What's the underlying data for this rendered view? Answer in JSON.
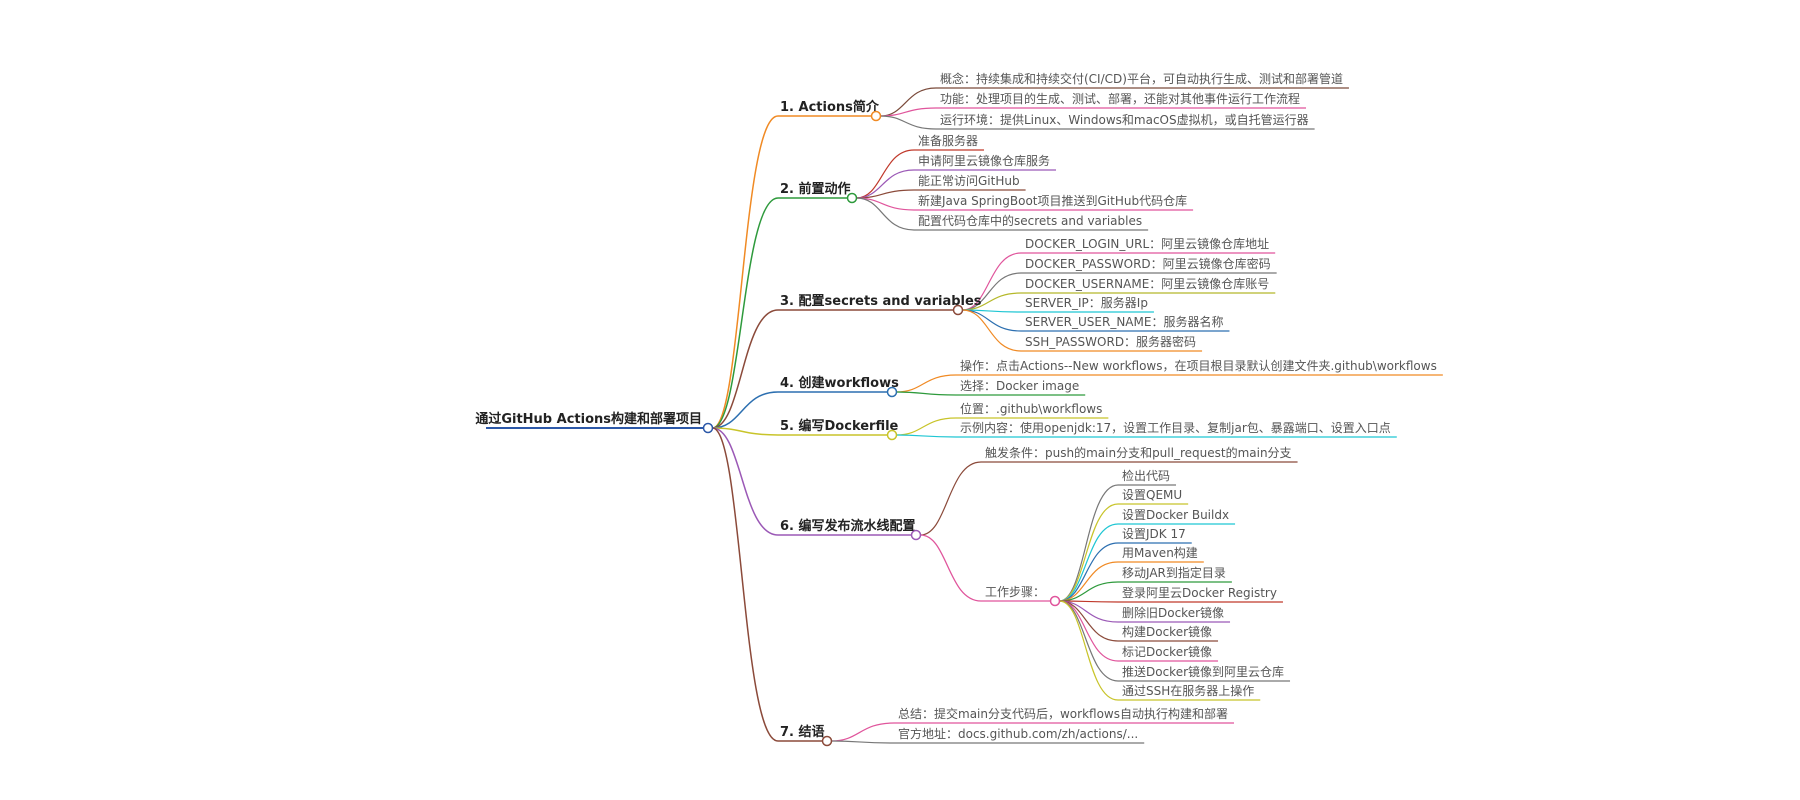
{
  "root": {
    "label": "通过GitHub Actions构建和部署项目",
    "color": "#2c58a8"
  },
  "branches": [
    {
      "label": "1. Actions简介",
      "color": "#f08a24",
      "children": [
        {
          "label": "概念：持续集成和持续交付(CI/CD)平台，可自动执行生成、测试和部署管道",
          "color": "#7a4a3a"
        },
        {
          "label": "功能：处理项目的生成、测试、部署，还能对其他事件运行工作流程",
          "color": "#e0559c"
        },
        {
          "label": "运行环境：提供Linux、Windows和macOS虚拟机，或自托管运行器",
          "color": "#777777"
        }
      ]
    },
    {
      "label": "2. 前置动作",
      "color": "#2e9a3c",
      "children": [
        {
          "label": "准备服务器",
          "color": "#c0392b"
        },
        {
          "label": "申请阿里云镜像仓库服务",
          "color": "#9b59b6"
        },
        {
          "label": "能正常访问GitHub",
          "color": "#8b4a3a"
        },
        {
          "label": "新建Java SpringBoot项目推送到GitHub代码仓库",
          "color": "#e0559c"
        },
        {
          "label": "配置代码仓库中的secrets and variables",
          "color": "#777777"
        }
      ]
    },
    {
      "label": "3. 配置secrets and variables",
      "color": "#8b4a3a",
      "children": [
        {
          "label": "DOCKER_LOGIN_URL：阿里云镜像仓库地址",
          "color": "#e0559c"
        },
        {
          "label": "DOCKER_PASSWORD：阿里云镜像仓库密码",
          "color": "#777777"
        },
        {
          "label": "DOCKER_USERNAME：阿里云镜像仓库账号",
          "color": "#b5b82a"
        },
        {
          "label": "SERVER_IP：服务器Ip",
          "color": "#1fc6d3"
        },
        {
          "label": "SERVER_USER_NAME：服务器名称",
          "color": "#2c6fb0"
        },
        {
          "label": "SSH_PASSWORD：服务器密码",
          "color": "#f08a24"
        }
      ]
    },
    {
      "label": "4. 创建workflows",
      "color": "#2c6fb0",
      "children": [
        {
          "label": "操作：点击Actions--New workflows，在项目根目录默认创建文件夹.github\\workflows",
          "color": "#f08a24"
        },
        {
          "label": "选择：Docker image",
          "color": "#2e9a3c"
        }
      ]
    },
    {
      "label": "5. 编写Dockerfile",
      "color": "#c8c42a",
      "children": [
        {
          "label": "位置：.github\\workflows",
          "color": "#c8c42a"
        },
        {
          "label": "示例内容：使用openjdk:17，设置工作目录、复制jar包、暴露端口、设置入口点",
          "color": "#1fc6d3"
        }
      ]
    },
    {
      "label": "6. 编写发布流水线配置",
      "color": "#9b59b6",
      "children": [
        {
          "label": "触发条件：push的main分支和pull_request的main分支",
          "color": "#8b4a3a"
        },
        {
          "label": "工作步骤：",
          "color": "#e0559c",
          "children": [
            {
              "label": "检出代码",
              "color": "#777777"
            },
            {
              "label": "设置QEMU",
              "color": "#c8c42a"
            },
            {
              "label": "设置Docker Buildx",
              "color": "#1fc6d3"
            },
            {
              "label": "设置JDK 17",
              "color": "#2c6fb0"
            },
            {
              "label": "用Maven构建",
              "color": "#f08a24"
            },
            {
              "label": "移动JAR到指定目录",
              "color": "#2e9a3c"
            },
            {
              "label": "登录阿里云Docker Registry",
              "color": "#c0392b"
            },
            {
              "label": "删除旧Docker镜像",
              "color": "#9b59b6"
            },
            {
              "label": "构建Docker镜像",
              "color": "#8b4a3a"
            },
            {
              "label": "标记Docker镜像",
              "color": "#e0559c"
            },
            {
              "label": "推送Docker镜像到阿里云仓库",
              "color": "#777777"
            },
            {
              "label": "通过SSH在服务器上操作",
              "color": "#c8c42a"
            }
          ]
        }
      ]
    },
    {
      "label": "7. 结语",
      "color": "#8b4a3a",
      "children": [
        {
          "label": "总结：提交main分支代码后，workflows自动执行构建和部署",
          "color": "#e0559c"
        },
        {
          "label": "官方地址：docs.github.com/zh/actions/...",
          "color": "#777777"
        }
      ]
    }
  ]
}
